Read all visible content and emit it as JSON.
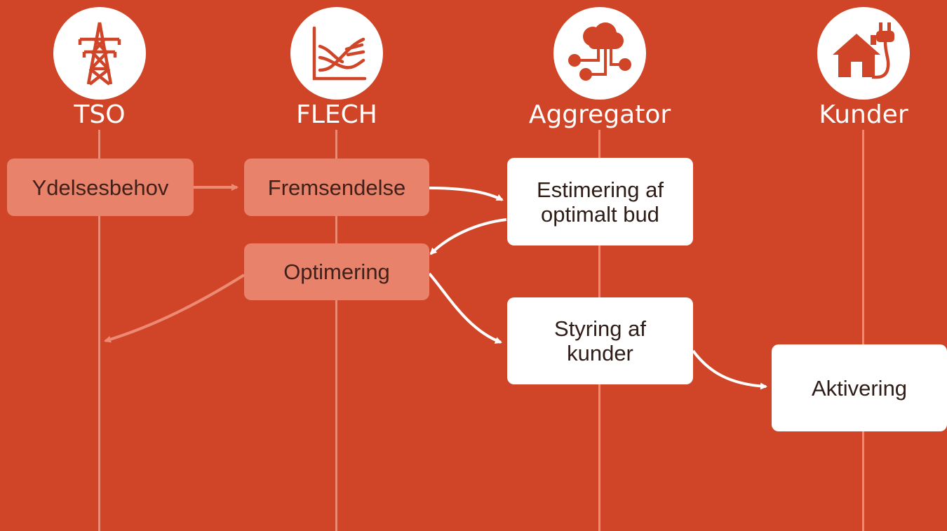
{
  "colors": {
    "background": "#d04527",
    "lane_line": "#ec8a73",
    "pale_box": "#e8826a",
    "white_box": "#ffffff",
    "icon": "#d04527"
  },
  "lanes": [
    {
      "label": "TSO",
      "icon": "power-pylon-icon"
    },
    {
      "label": "FLECH",
      "icon": "market-chart-icon"
    },
    {
      "label": "Aggregator",
      "icon": "cloud-network-icon"
    },
    {
      "label": "Kunder",
      "icon": "house-plug-icon"
    }
  ],
  "steps": {
    "ydelsesbehov": "Ydelsesbehov",
    "fremsendelse": "Fremsendelse",
    "estimering": "Estimering af\noptimalt bud",
    "optimering": "Optimering",
    "styring": "Styring af\nkunder",
    "aktivering": "Aktivering"
  }
}
